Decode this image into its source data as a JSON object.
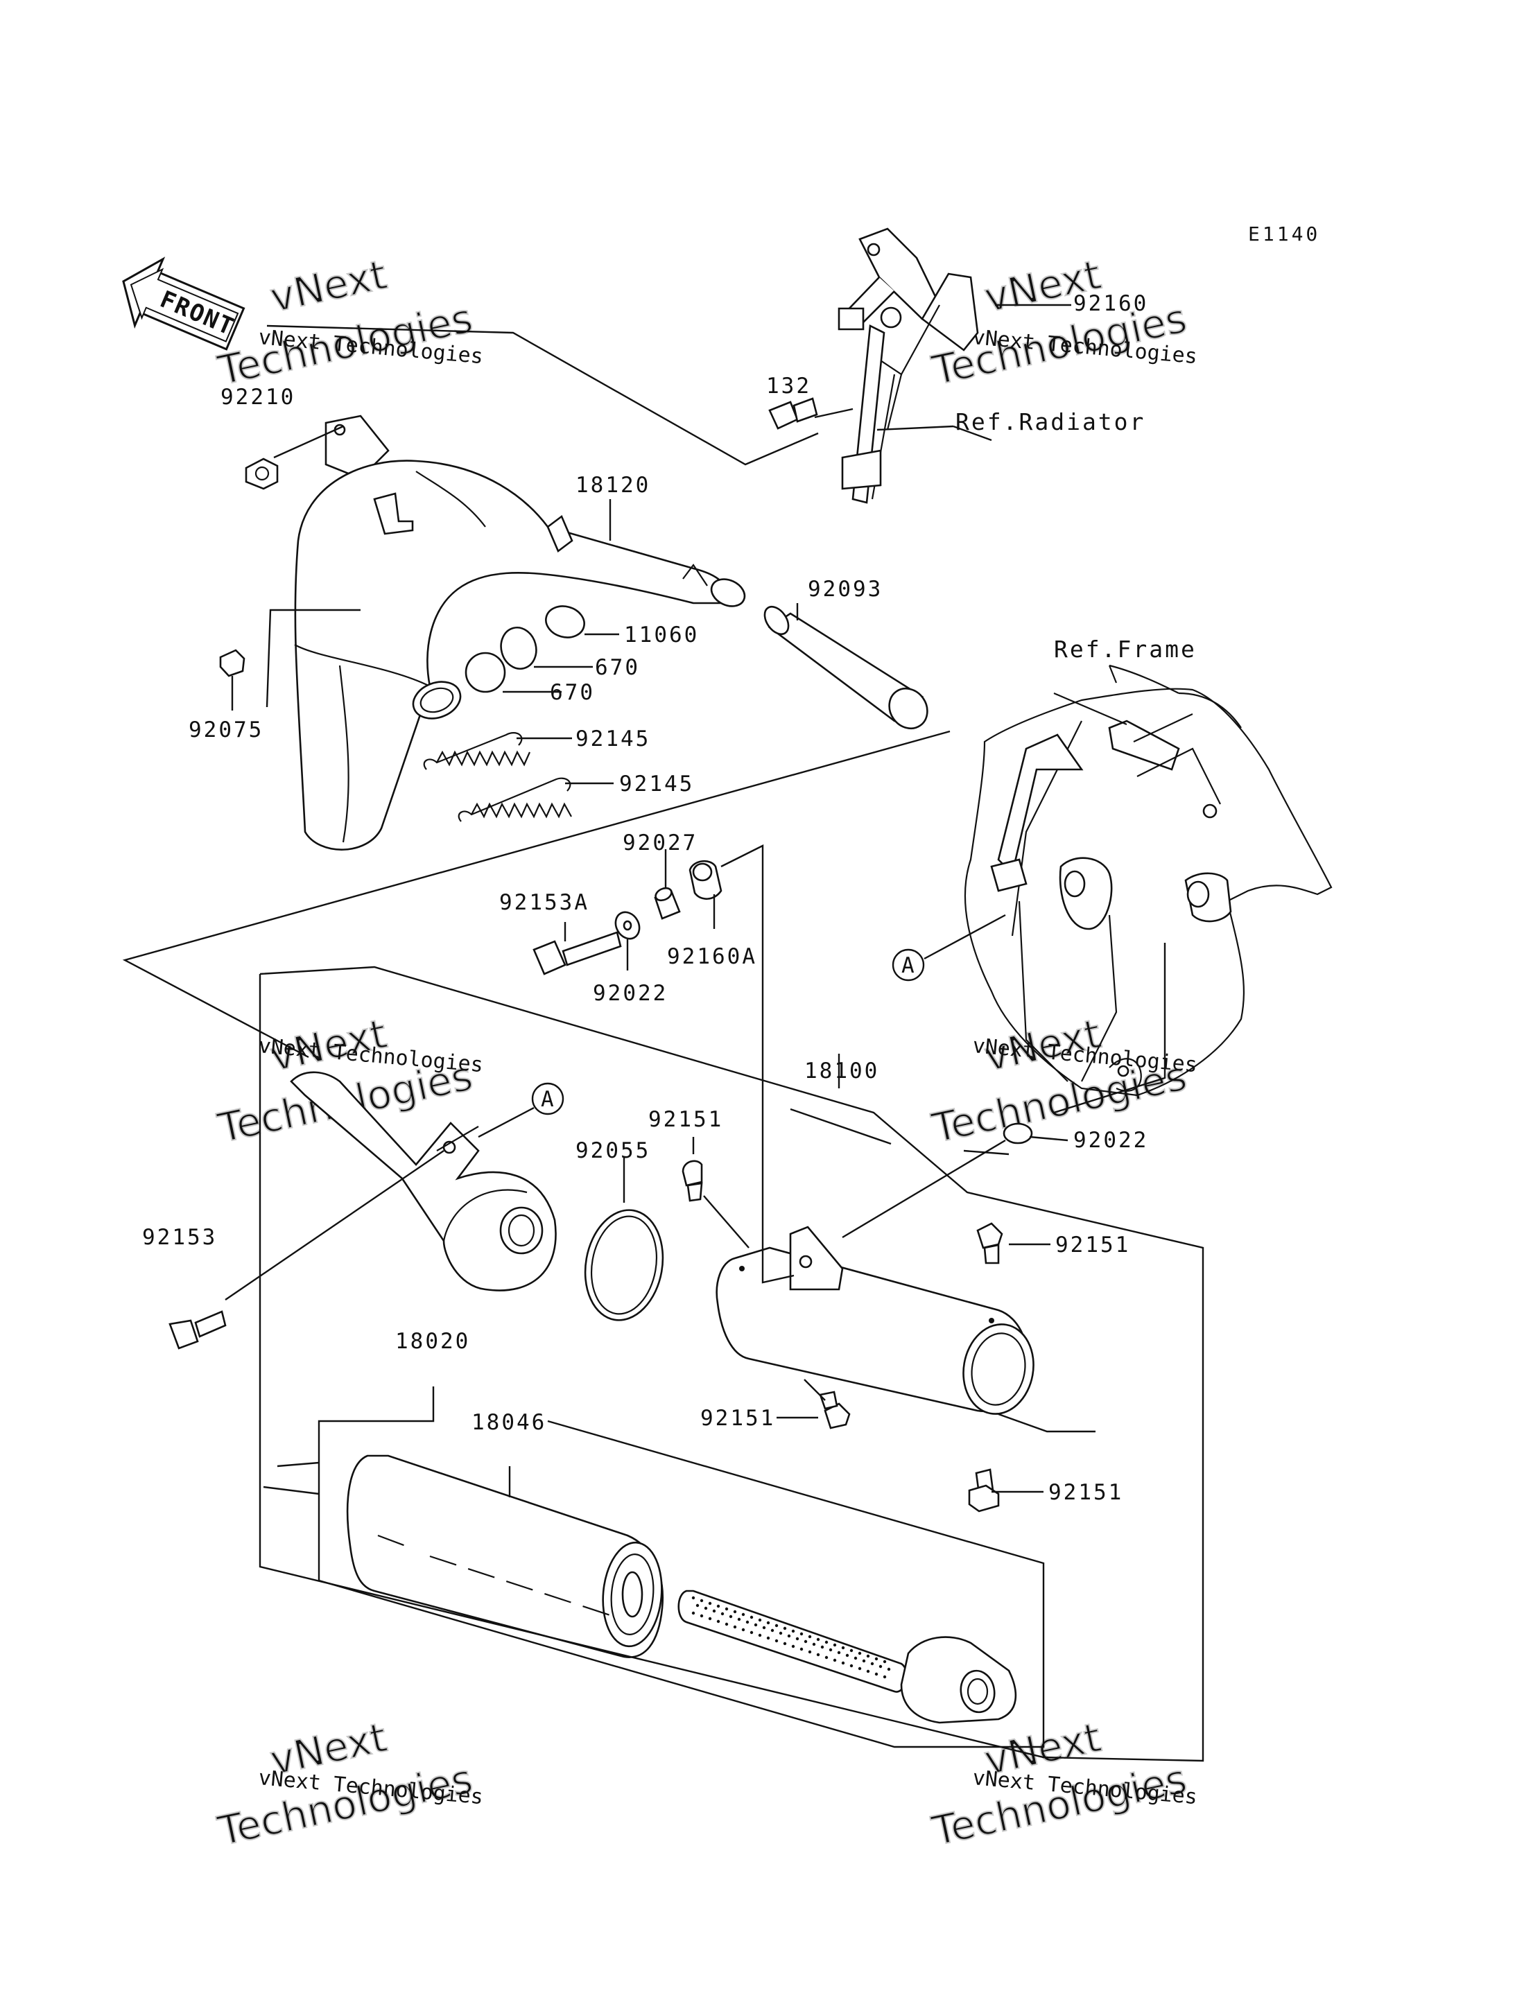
{
  "diagram": {
    "code": "E1140",
    "front_label": "FRONT",
    "watermark": {
      "line1": "vNext Technologies",
      "line2_top": "vNext",
      "line2_bottom": "Technologies"
    },
    "refs": {
      "radiator": "Ref.Radiator",
      "frame": "Ref.Frame"
    },
    "callout_letter": "A",
    "part_labels": {
      "p92160": "92160",
      "p132": "132",
      "p92210": "92210",
      "p18120": "18120",
      "p92093": "92093",
      "p11060": "11060",
      "p670a": "670",
      "p670b": "670",
      "p92075": "92075",
      "p92145a": "92145",
      "p92145b": "92145",
      "p92027": "92027",
      "p92153A": "92153A",
      "p92160A": "92160A",
      "p92022a": "92022",
      "p18100": "18100",
      "p92151a": "92151",
      "p92055": "92055",
      "p92022b": "92022",
      "p92153": "92153",
      "p92151b": "92151",
      "p18020": "18020",
      "p18046": "18046",
      "p92151c": "92151",
      "p92151d": "92151"
    }
  }
}
